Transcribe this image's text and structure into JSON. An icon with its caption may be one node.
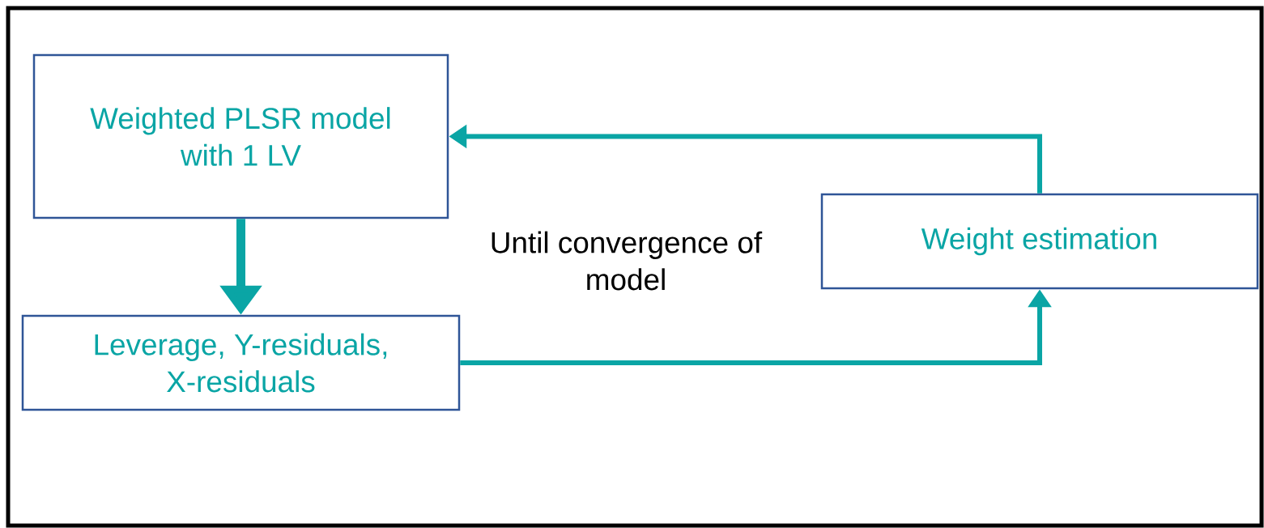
{
  "diagram": {
    "nodes": [
      {
        "text": [
          "Weighted PLSR model with 1 LV"
        ]
      },
      {
        "text": [
          "Leverage, Y-residuals, X-residuals"
        ]
      },
      {
        "text": [
          "Weight estimation"
        ]
      }
    ],
    "edges": [
      {
        "from": 0,
        "to": 1,
        "arrow": "to",
        "style": "thick"
      },
      {
        "from": 1,
        "to": 2,
        "arrow": "to"
      },
      {
        "from": 2,
        "to": 0,
        "arrow": "to"
      }
    ],
    "labels": [
      "Until convergence of model"
    ]
  }
}
